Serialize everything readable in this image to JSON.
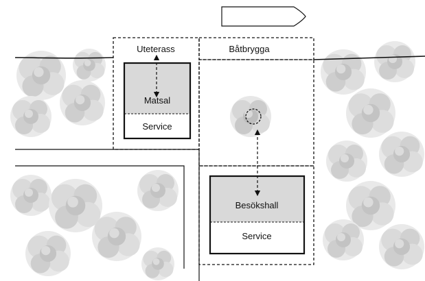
{
  "labels": {
    "uteterass": "Uteterass",
    "batbrygga": "Båtbrygga",
    "matsal": "Matsal",
    "service_left": "Service",
    "besokshall": "Besökshall",
    "service_right": "Service"
  },
  "colors": {
    "room_fill": "#d9d9d9",
    "wall": "#111111",
    "tree_light": "#e6e6e6",
    "tree_mid": "#cfcfcf",
    "tree_dark": "#b8b8b8"
  },
  "icons": {
    "boat": "boat-icon",
    "tree": "tree-icon",
    "arrow": "double-arrow-icon"
  }
}
